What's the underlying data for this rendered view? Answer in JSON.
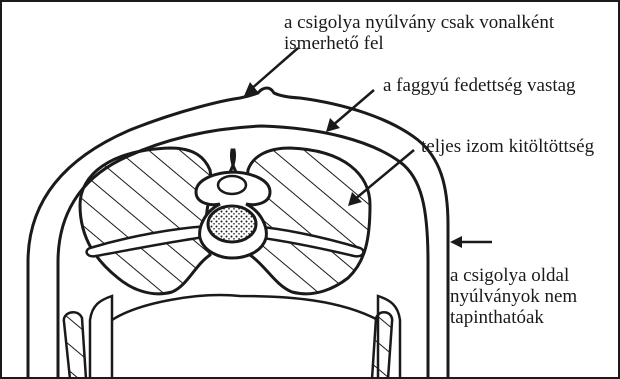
{
  "labels": {
    "spinous_process": {
      "line1": "a csigolya nyúlvány csak vonalként",
      "line2": "ismerhető fel"
    },
    "fat_cover": "a faggyú fedettség vastag",
    "muscle_fill": "teljes izom kitöltöttség",
    "lateral_processes": {
      "line1": "a csigolya oldal",
      "line2": "nyúlványok nem",
      "line3": "tapinthatóak"
    }
  },
  "colors": {
    "ink": "#1a1a1a",
    "background": "#ffffff"
  }
}
